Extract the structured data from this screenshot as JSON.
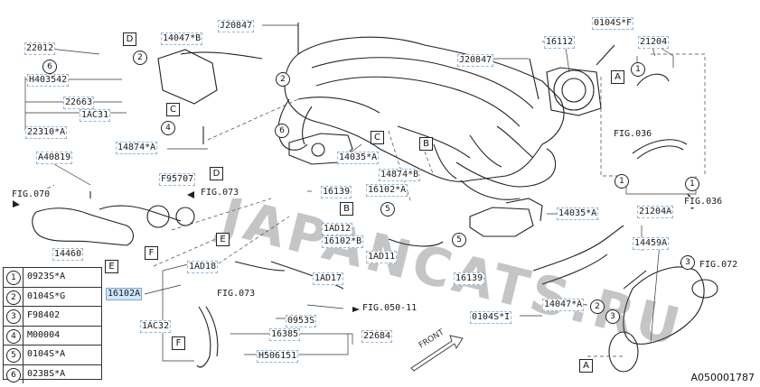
{
  "diagram_id": "A050001787",
  "watermark": "JAPANCATS.RU",
  "front_label": "FRONT",
  "part_labels": {
    "p22012": "22012",
    "p14047b": "14047*B",
    "pJ20847a": "J20847",
    "p0104sf": "0104S*F",
    "p16112": "16112",
    "p21204": "21204",
    "pH403542": "H403542",
    "pJ20847b": "J20847",
    "p22663": "22663",
    "p1ac31": "1AC31",
    "p22310a": "22310*A",
    "p14874a": "14874*A",
    "pA40819": "A40819",
    "p14035a1": "14035*A",
    "p14874b": "14874*B",
    "p16102a1": "16102*A",
    "pF95707": "F95707",
    "p16139a": "16139",
    "p1ad12": "1AD12",
    "p16102b": "16102*B",
    "p1ad18": "1AD18",
    "p1ad11": "1AD11",
    "p14035a2": "14035*A",
    "p21204a": "21204A",
    "p14460": "14460",
    "p14459a": "14459A",
    "p16139b": "16139",
    "p1ad17": "1AD17",
    "p16102a2": "16102A",
    "p14047a": "14047*A",
    "p0104si": "0104S*I",
    "p1ac32": "1AC32",
    "p0953s": "0953S",
    "p16385": "16385",
    "p22684": "22684",
    "pH506151": "H506151"
  },
  "fig_refs": {
    "f070": "FIG.070",
    "f073a": "FIG.073",
    "f036a": "FIG.036",
    "f036b": "FIG.036",
    "f072": "FIG.072",
    "f073b": "FIG.073",
    "f050": "FIG.050-11"
  },
  "ref_letters": [
    "A",
    "B",
    "C",
    "D",
    "E",
    "F"
  ],
  "legend": [
    {
      "num": "1",
      "code": "0923S*A"
    },
    {
      "num": "2",
      "code": "0104S*G"
    },
    {
      "num": "3",
      "code": "F98402"
    },
    {
      "num": "4",
      "code": "M00004"
    },
    {
      "num": "5",
      "code": "0104S*A"
    },
    {
      "num": "6",
      "code": "0238S*A"
    }
  ],
  "colors": {
    "highlight": "#cfe6fb",
    "dash_box": "#8fb6d8",
    "line": "#222222"
  }
}
